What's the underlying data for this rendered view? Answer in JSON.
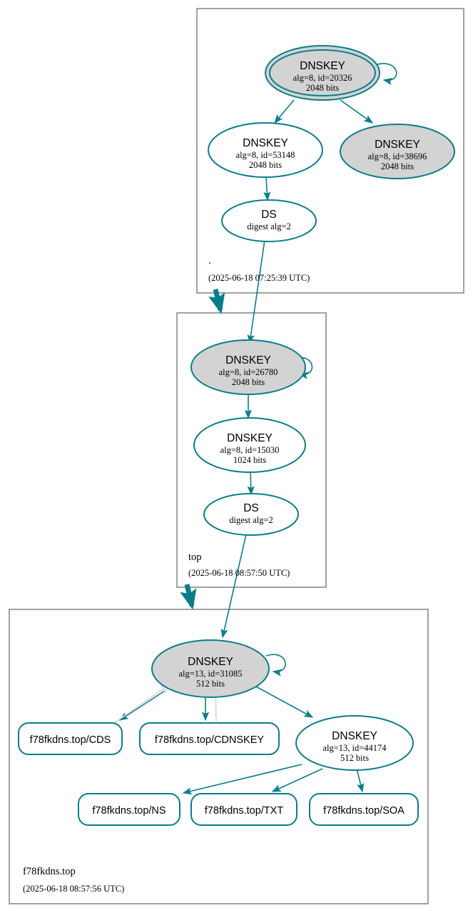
{
  "diagram": {
    "title": "DNSSEC authentication chain",
    "colors": {
      "node_stroke": "#0a7d8c",
      "secure_fill": "#d3d3d3",
      "plain_fill": "#ffffff",
      "cluster_stroke": "#8a8a8a",
      "edge": "#0a7d8c",
      "edge_muted": "#d8d8d8"
    }
  },
  "zones": [
    {
      "id": "root",
      "name": ".",
      "timestamp": "(2025-06-18 07:25:39 UTC)",
      "nodes": [
        {
          "id": "root-ksk",
          "kind": "DNSKEY",
          "title": "DNSKEY",
          "line2": "alg=8, id=20326",
          "line3": "2048 bits",
          "alg": 8,
          "key_id": 20326,
          "key_size": "2048 bits",
          "fill": "gray",
          "double_ring": true,
          "self_signed": true
        },
        {
          "id": "root-zsk",
          "kind": "DNSKEY",
          "title": "DNSKEY",
          "line2": "alg=8, id=53148",
          "line3": "2048 bits",
          "alg": 8,
          "key_id": 53148,
          "key_size": "2048 bits",
          "fill": "white",
          "double_ring": false,
          "self_signed": false
        },
        {
          "id": "root-other",
          "kind": "DNSKEY",
          "title": "DNSKEY",
          "line2": "alg=8, id=38696",
          "line3": "2048 bits",
          "alg": 8,
          "key_id": 38696,
          "key_size": "2048 bits",
          "fill": "gray",
          "double_ring": false,
          "self_signed": false
        },
        {
          "id": "root-ds",
          "kind": "DS",
          "title": "DS",
          "line2": "digest alg=2",
          "line3": "",
          "fill": "white",
          "double_ring": false,
          "self_signed": false
        }
      ]
    },
    {
      "id": "top",
      "name": "top",
      "timestamp": "(2025-06-18 08:57:50 UTC)",
      "nodes": [
        {
          "id": "top-ksk",
          "kind": "DNSKEY",
          "title": "DNSKEY",
          "line2": "alg=8, id=26780",
          "line3": "2048 bits",
          "alg": 8,
          "key_id": 26780,
          "key_size": "2048 bits",
          "fill": "gray",
          "double_ring": false,
          "self_signed": true
        },
        {
          "id": "top-zsk",
          "kind": "DNSKEY",
          "title": "DNSKEY",
          "line2": "alg=8, id=15030",
          "line3": "1024 bits",
          "alg": 8,
          "key_id": 15030,
          "key_size": "1024 bits",
          "fill": "white",
          "double_ring": false,
          "self_signed": false
        },
        {
          "id": "top-ds",
          "kind": "DS",
          "title": "DS",
          "line2": "digest alg=2",
          "line3": "",
          "fill": "white",
          "double_ring": false,
          "self_signed": false
        }
      ]
    },
    {
      "id": "leaf",
      "name": "f78fkdns.top",
      "timestamp": "(2025-06-18 08:57:56 UTC)",
      "nodes": [
        {
          "id": "leaf-ksk",
          "kind": "DNSKEY",
          "title": "DNSKEY",
          "line2": "alg=13, id=31085",
          "line3": "512 bits",
          "alg": 13,
          "key_id": 31085,
          "key_size": "512 bits",
          "fill": "gray",
          "double_ring": false,
          "self_signed": true
        },
        {
          "id": "leaf-zsk",
          "kind": "DNSKEY",
          "title": "DNSKEY",
          "line2": "alg=13, id=44174",
          "line3": "512 bits",
          "alg": 13,
          "key_id": 44174,
          "key_size": "512 bits",
          "fill": "white",
          "double_ring": false,
          "self_signed": false
        }
      ],
      "rrsets": [
        {
          "id": "rr-cds",
          "label": "f78fkdns.top/CDS"
        },
        {
          "id": "rr-cdnskey",
          "label": "f78fkdns.top/CDNSKEY"
        },
        {
          "id": "rr-ns",
          "label": "f78fkdns.top/NS"
        },
        {
          "id": "rr-txt",
          "label": "f78fkdns.top/TXT"
        },
        {
          "id": "rr-soa",
          "label": "f78fkdns.top/SOA"
        }
      ]
    }
  ]
}
